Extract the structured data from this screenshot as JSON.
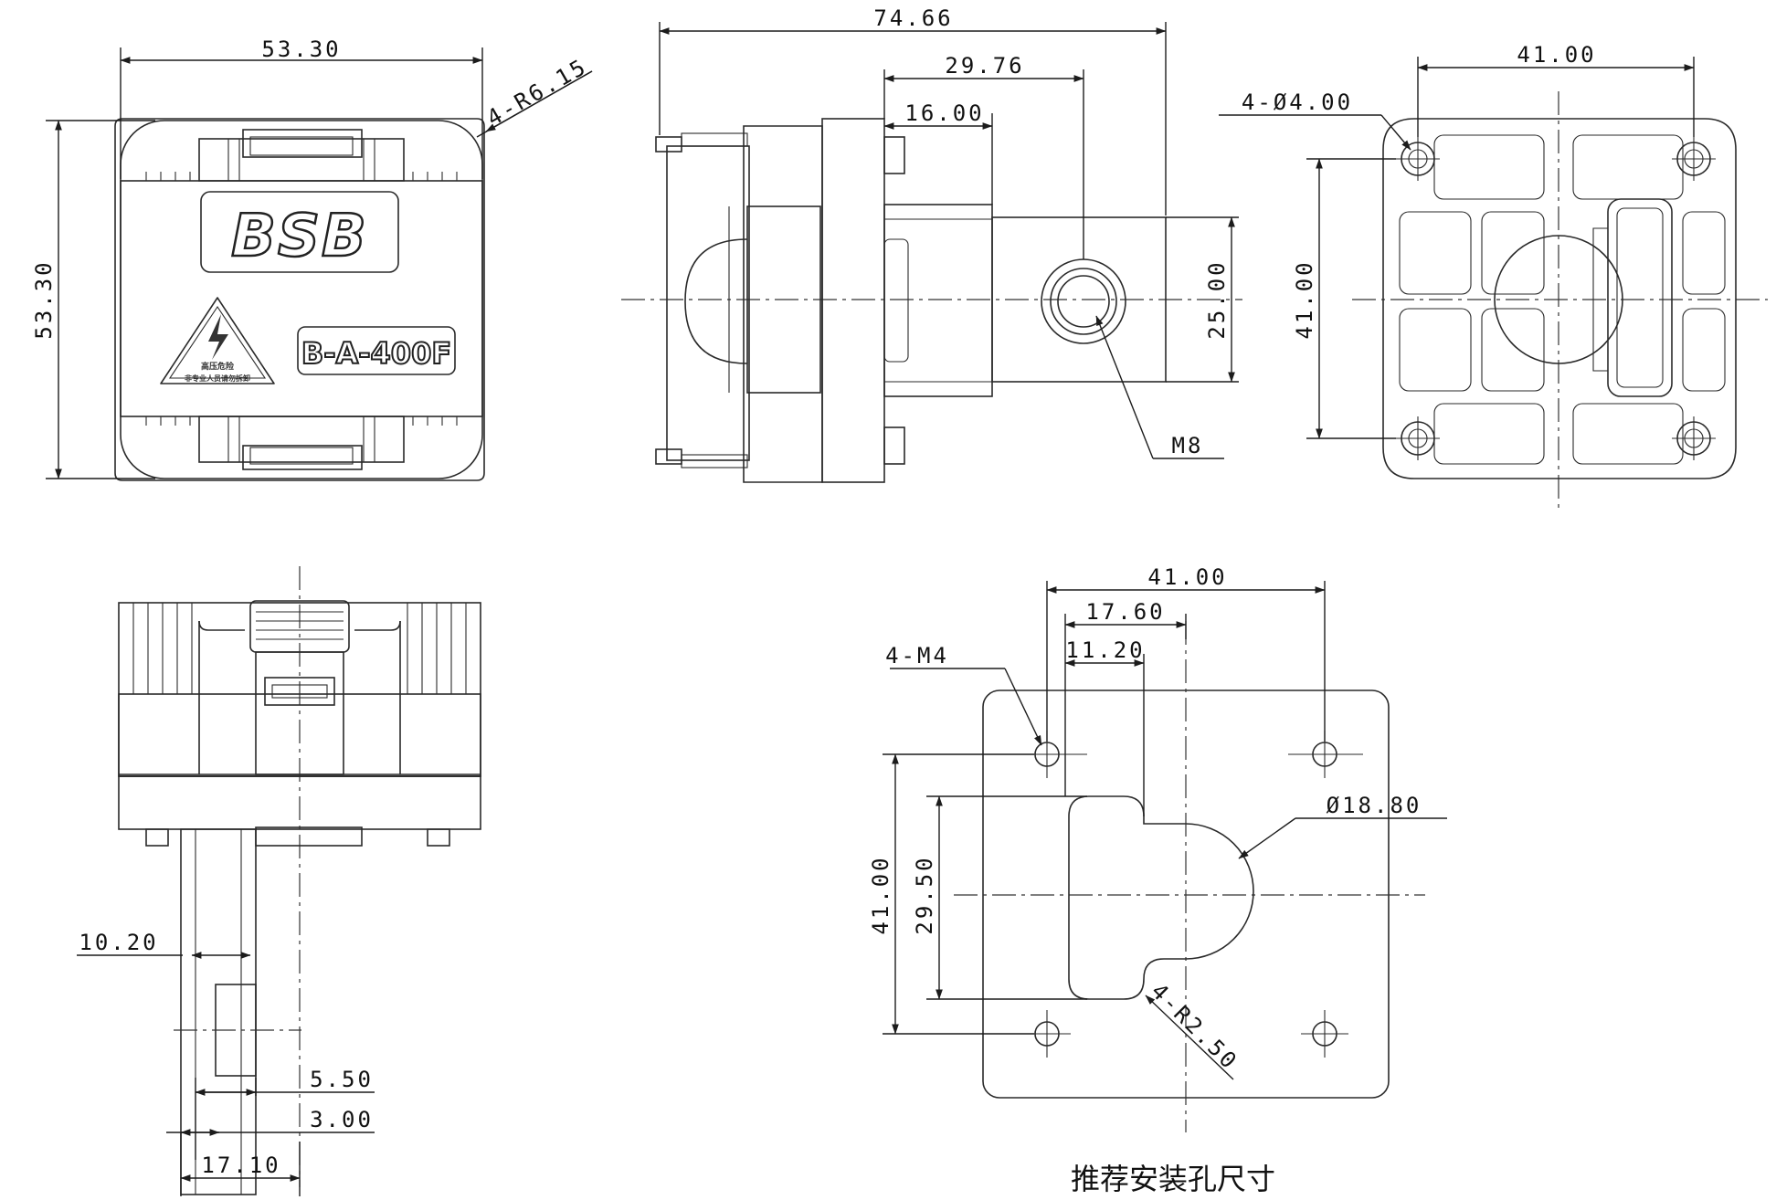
{
  "front_view": {
    "width": "53.30",
    "height": "53.30",
    "corner_radius": "4-R6.15",
    "brand": "BSB",
    "model": "B-A-400F",
    "warning_line1": "高压危险",
    "warning_line2": "非专业人员请勿拆卸"
  },
  "side_view": {
    "total_length": "74.66",
    "to_hole": "29.76",
    "flange": "16.00",
    "terminal_height": "25.00",
    "thread": "M8"
  },
  "back_view": {
    "hole_spacing_x": "41.00",
    "hole_spacing_y": "41.00",
    "holes": "4-Ø4.00"
  },
  "bottom_view": {
    "d1": "10.20",
    "d2": "5.50",
    "d3": "3.00",
    "d4": "17.10"
  },
  "panel_cutout": {
    "spacing_x": "41.00",
    "offset_1": "17.60",
    "offset_2": "11.20",
    "screws": "4-M4",
    "diameter": "Ø18.80",
    "spacing_y": "41.00",
    "slot_height": "29.50",
    "inner_radius": "4-R2.50",
    "caption": "推荐安装孔尺寸"
  },
  "colors": {
    "line": "#2a2a2a",
    "background": "#ffffff"
  }
}
